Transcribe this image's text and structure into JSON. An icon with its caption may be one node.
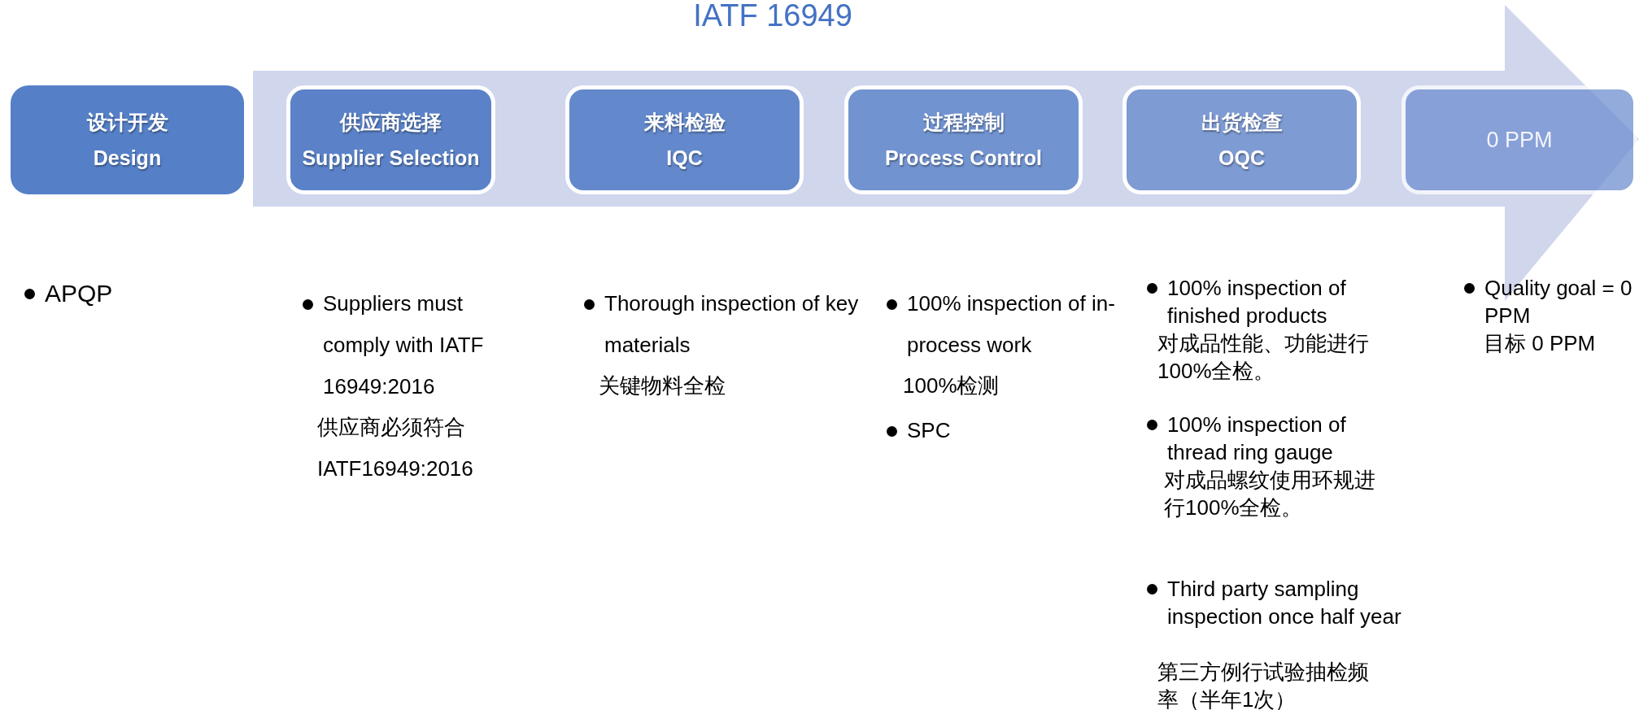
{
  "diagram": {
    "title": "IATF 16949",
    "nodes": [
      {
        "text": [
          "设计开发",
          "Design"
        ]
      },
      {
        "text": [
          "供应商选择",
          "Supplier Selection"
        ]
      },
      {
        "text": [
          "来料检验",
          "IQC"
        ]
      },
      {
        "text": [
          "过程控制",
          "Process Control"
        ]
      },
      {
        "text": [
          "出货检查",
          "OQC"
        ]
      },
      {
        "text": [
          "0 PPM"
        ]
      }
    ],
    "labels": [
      "APQP",
      "Suppliers must comply with IATF 16949:2016",
      "供应商必须符合IATF16949:2016",
      "Thorough inspection of key materials",
      "关键物料全检",
      "100% inspection of in-process work",
      "100%检测",
      "SPC",
      "100% inspection of finished products",
      "对成品性能、功能进行100%全检。",
      "100% inspection of thread ring gauge",
      "对成品螺纹使用环规进行100%全检。",
      "Third party sampling inspection once half year",
      "第三方例行试验抽检频率（半年1次）",
      "Quality goal = 0 PPM",
      "目标 0 PPM"
    ]
  }
}
